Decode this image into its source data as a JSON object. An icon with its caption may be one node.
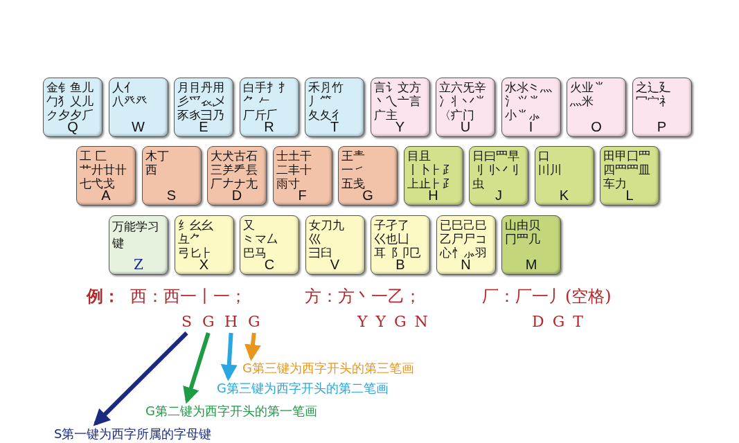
{
  "diagram": {
    "nodes": [
      {
        "text": [
          "金钅鱼儿",
          "勹犭乂儿",
          "ク夕夕⺁",
          "Q"
        ]
      },
      {
        "text": [
          "人亻",
          "八癶癶",
          "W"
        ]
      },
      {
        "text": [
          "月⺝丹用",
          "彡爫𧘇乄",
          "豕𧰨⺕乃",
          "E"
        ]
      },
      {
        "text": [
          "白手⺘扌",
          "⺈ 𠂉",
          "厂斤𠂆",
          "R"
        ]
      },
      {
        "text": [
          "禾⺼竹",
          "丿⺮",
          "夂夂彳",
          "T"
        ]
      },
      {
        "text": [
          "言讠文方",
          "丶乀亠言",
          "广主",
          "Y"
        ]
      },
      {
        "text": [
          "立六⺛辛",
          "冫丬丷⺌",
          "〈疒门",
          "U"
        ]
      },
      {
        "text": [
          "水氺⺀⺣",
          "氵⺍⺌",
          "小⺌⺗",
          "I"
        ]
      },
      {
        "text": [
          "火业⺌",
          "灬米",
          "O"
        ]
      },
      {
        "text": [
          "之辶廴",
          "冖宀礻",
          "P"
        ]
      },
      {
        "text": [
          "工 匚",
          "艹廾廿卄",
          "七弋戈",
          "A"
        ]
      },
      {
        "text": [
          "木丁",
          "西",
          "S"
        ]
      },
      {
        "text": [
          "大犬古石",
          "三⺶龵镸",
          "厂𠂇ナ尢",
          "D"
        ]
      },
      {
        "text": [
          "士土干",
          "二丰十",
          "雨寸",
          "F"
        ]
      },
      {
        "text": [
          "王龶",
          "一㇀",
          "五戋",
          "G"
        ]
      },
      {
        "text": [
          "目且",
          "丨卜⺊⺪",
          "上止⺊⺪",
          "H"
        ]
      },
      {
        "text": [
          "日曰⺫早",
          "刂⺉丷刂",
          "虫",
          "J"
        ]
      },
      {
        "text": [
          "口",
          "〣川",
          "K"
        ]
      },
      {
        "text": [
          "田甲囗⺲",
          "四⺲⺫皿",
          "车力",
          "L"
        ]
      },
      {
        "text": [
          "万能学习键",
          "Z"
        ]
      },
      {
        "text": [
          "纟幺幺",
          "彑⺈",
          "弓匕⺊",
          "X"
        ]
      },
      {
        "text": [
          "又",
          "⺀マ厶",
          "巴马",
          "C"
        ]
      },
      {
        "text": [
          "女刀九",
          "巛",
          "彐臼",
          "V"
        ]
      },
      {
        "text": [
          "子孑了",
          "巜也凵",
          "耳⻏卩㔾",
          "B"
        ]
      },
      {
        "text": [
          "已巳己⺒",
          "乙尸尸コ",
          "心忄⺗羽",
          "N"
        ]
      },
      {
        "text": [
          "山由贝",
          "冂⺲几",
          "M"
        ]
      },
      {
        "text": [
          "S"
        ]
      },
      {
        "text": [
          "G"
        ]
      },
      {
        "text": [
          "H"
        ]
      },
      {
        "text": [
          "G"
        ]
      },
      {
        "text": [
          "G第三键为西字开头的第三笔画"
        ]
      },
      {
        "text": [
          "G第三键为西字开头的第二笔画"
        ]
      },
      {
        "text": [
          "G第二键为西字开头的第一笔画"
        ]
      },
      {
        "text": [
          "S第一键为西字所属的字母键"
        ]
      }
    ],
    "edges": [
      {
        "from": 26,
        "to": 33,
        "arrow": "to",
        "color": "#1b2a80"
      },
      {
        "from": 27,
        "to": 32,
        "arrow": "to",
        "color": "#1f9a45"
      },
      {
        "from": 28,
        "to": 31,
        "arrow": "to",
        "color": "#2aa6e0"
      },
      {
        "from": 29,
        "to": 30,
        "arrow": "to",
        "color": "#e8961e"
      }
    ],
    "labels": [
      "例：",
      "西：西一丨一；",
      "方：方丶一乙；",
      "厂：厂一丿(空格)",
      "YYGN",
      "DGT"
    ]
  }
}
